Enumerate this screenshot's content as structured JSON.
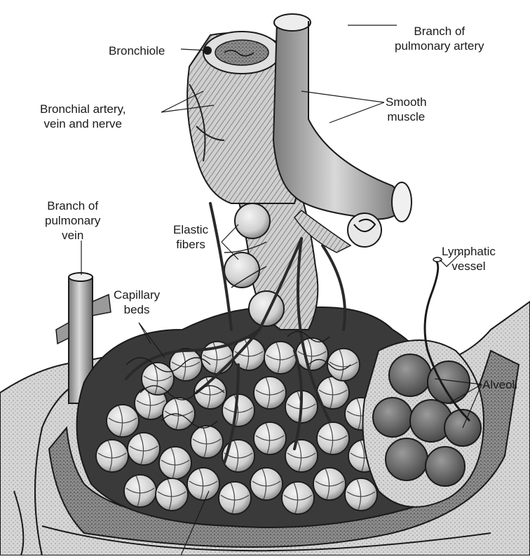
{
  "figure": {
    "labels": {
      "branch_pulmonary_artery": [
        "Branch of",
        "pulmonary artery"
      ],
      "bronchiole": [
        "Bronchiole"
      ],
      "bronchial_artery": [
        "Bronchial artery,",
        "vein and nerve"
      ],
      "smooth_muscle": [
        "Smooth",
        "muscle"
      ],
      "branch_pulmonary_vein": [
        "Branch of",
        "pulmonary",
        "vein"
      ],
      "elastic_fibers": [
        "Elastic",
        "fibers"
      ],
      "lymphatic_vessel": [
        "Lymphatic",
        "vessel"
      ],
      "capillary_beds": [
        "Capillary",
        "beds"
      ],
      "alveoli": [
        "Alveoli"
      ]
    },
    "colors": {
      "ink": "#1a1a1a",
      "tissue_light": "#e6e6e6",
      "tissue_mid": "#bdbdbd",
      "tissue_dark": "#6e6e6e"
    }
  }
}
